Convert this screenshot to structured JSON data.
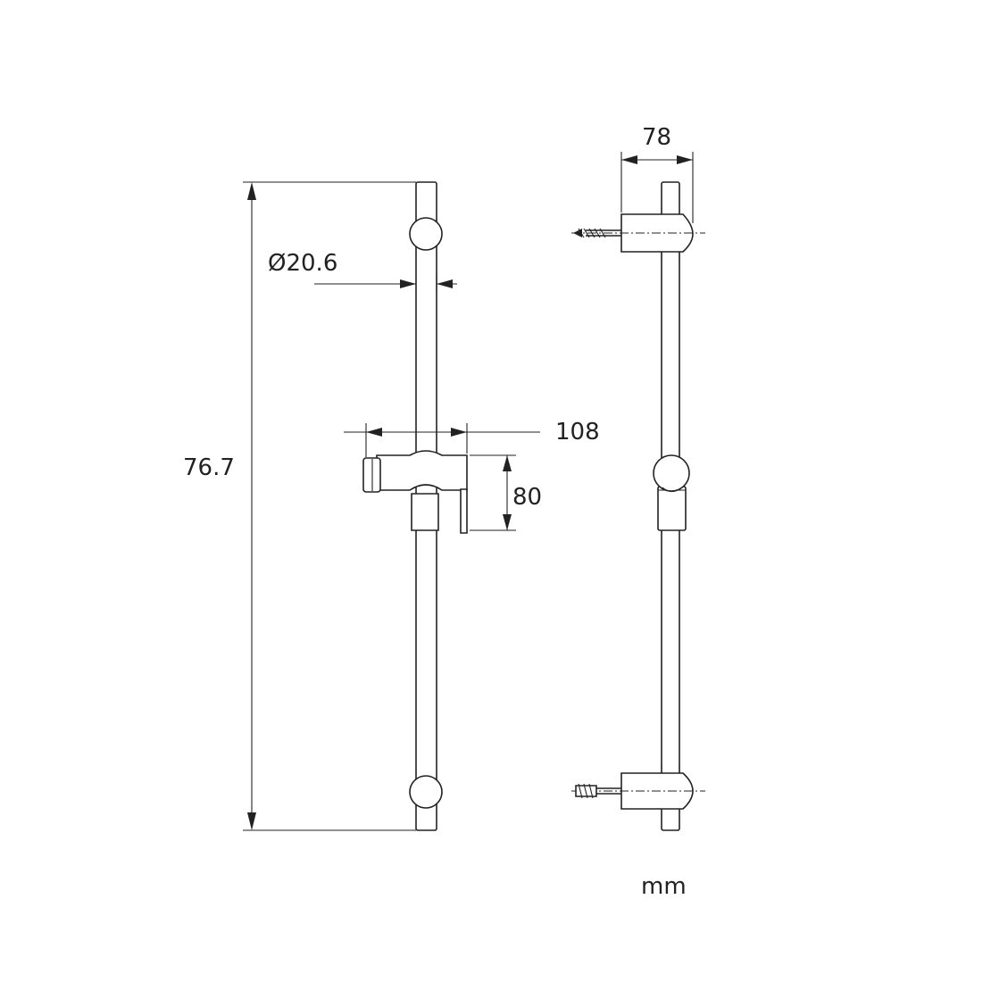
{
  "dimensions": {
    "total_length": "76.7",
    "rod_diameter": "Ø20.6",
    "holder_width": "108",
    "holder_height": "80",
    "wall_offset": "78"
  },
  "unit": "mm",
  "colors": {
    "line": "#222222",
    "background": "#ffffff"
  }
}
